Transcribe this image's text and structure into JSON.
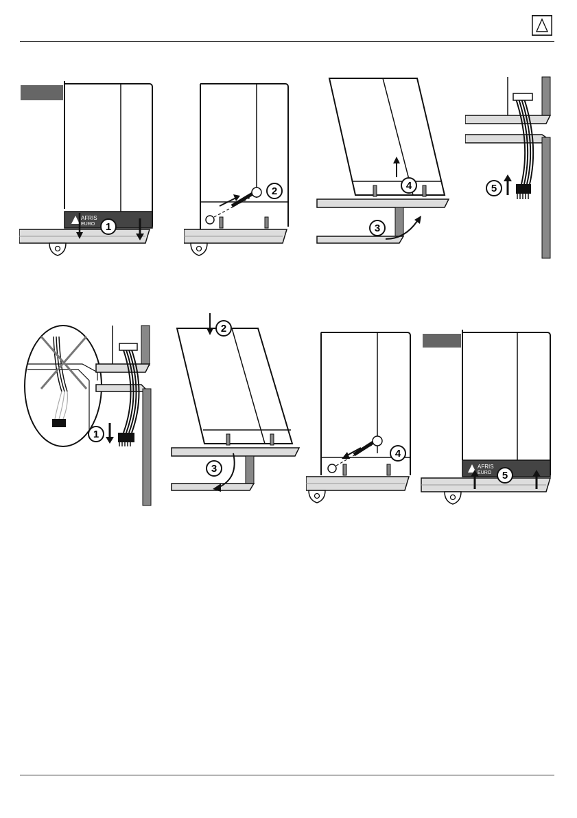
{
  "header": {
    "logo_icon": "afriso-a-logo"
  },
  "brand": {
    "line1": "AFRIS",
    "line2": "EURO"
  },
  "row1": {
    "fig1": {
      "step": "1"
    },
    "fig2": {
      "step": "2"
    },
    "fig3": {
      "steps": [
        "3",
        "4"
      ]
    },
    "fig4": {
      "step": "5"
    }
  },
  "row2": {
    "fig1": {
      "step": "1"
    },
    "fig2": {
      "steps": [
        "2",
        "3"
      ]
    },
    "fig3": {
      "step": "4"
    },
    "fig4": {
      "step": "5"
    }
  }
}
